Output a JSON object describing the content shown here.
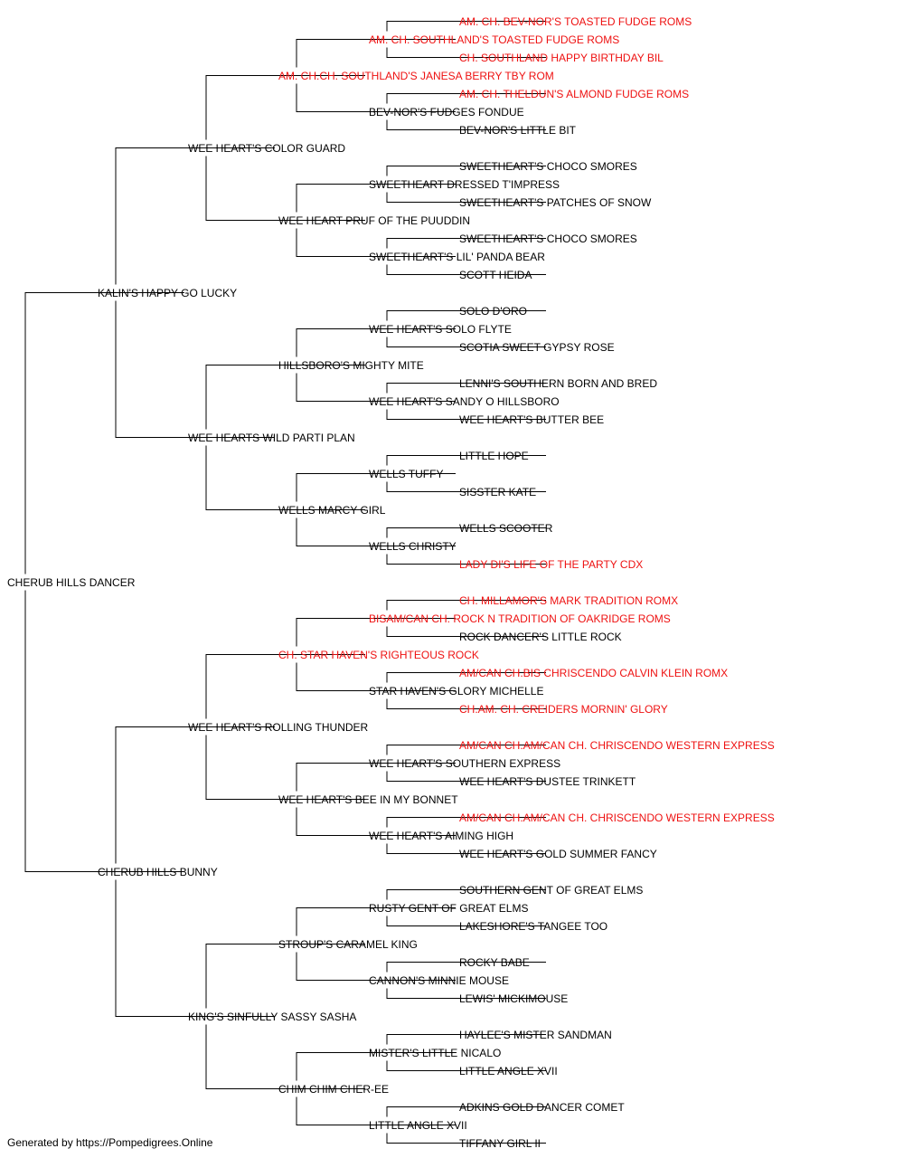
{
  "colors": {
    "champion": "#ee1111",
    "normal": "#000000",
    "lines": "#000000"
  },
  "pedigree": {
    "name": "CHERUB HILLS DANCER",
    "champion": false,
    "sire": {
      "name": "KALIN'S HAPPY GO LUCKY",
      "champion": false,
      "sire": {
        "name": "WEE HEART'S COLOR GUARD",
        "champion": false,
        "sire": {
          "name": "AM. CH.CH. SOUTHLAND'S JANESA BERRY TBY ROM",
          "champion": true,
          "sire": {
            "name": "AM. CH. SOUTHLAND'S TOASTED FUDGE ROMS",
            "champion": true,
            "sire": {
              "name": "AM. CH. BEV-NOR'S TOASTED FUDGE ROMS",
              "champion": true
            },
            "dam": {
              "name": "CH. SOUTHLAND HAPPY BIRTHDAY BIL",
              "champion": true
            }
          },
          "dam": {
            "name": "BEV-NOR'S FUDGES FONDUE",
            "champion": false,
            "sire": {
              "name": "AM. CH. THELDUN'S ALMOND FUDGE ROMS",
              "champion": true
            },
            "dam": {
              "name": "BEV-NOR'S LITTLE BIT",
              "champion": false
            }
          }
        },
        "dam": {
          "name": "WEE HEART PRUF OF THE PUUDDIN",
          "champion": false,
          "sire": {
            "name": "SWEETHEART DRESSED T'IMPRESS",
            "champion": false,
            "sire": {
              "name": "SWEETHEART'S CHOCO SMORES",
              "champion": false
            },
            "dam": {
              "name": "SWEETHEART'S PATCHES OF SNOW",
              "champion": false
            }
          },
          "dam": {
            "name": "SWEETHEART'S LIL' PANDA BEAR",
            "champion": false,
            "sire": {
              "name": "SWEETHEART'S CHOCO SMORES",
              "champion": false
            },
            "dam": {
              "name": "SCOTT HEIDA",
              "champion": false
            }
          }
        }
      },
      "dam": {
        "name": "WEE HEARTS WILD PARTI PLAN",
        "champion": false,
        "sire": {
          "name": "HILLSBORO'S MIGHTY MITE",
          "champion": false,
          "sire": {
            "name": "WEE HEART'S SOLO FLYTE",
            "champion": false,
            "sire": {
              "name": "SOLO D'ORO",
              "champion": false
            },
            "dam": {
              "name": "SCOTIA SWEET GYPSY ROSE",
              "champion": false
            }
          },
          "dam": {
            "name": "WEE HEART'S SANDY O HILLSBORO",
            "champion": false,
            "sire": {
              "name": "LENNI'S SOUTHERN BORN AND BRED",
              "champion": false
            },
            "dam": {
              "name": "WEE HEART'S BUTTER BEE",
              "champion": false
            }
          }
        },
        "dam": {
          "name": "WELLS MARCY GIRL",
          "champion": false,
          "sire": {
            "name": "WELLS TUFFY",
            "champion": false,
            "sire": {
              "name": "LITTLE HOPE",
              "champion": false
            },
            "dam": {
              "name": "SISSTER KATE",
              "champion": false
            }
          },
          "dam": {
            "name": "WELLS CHRISTY",
            "champion": false,
            "sire": {
              "name": "WELLS SCOOTER",
              "champion": false
            },
            "dam": {
              "name": "LADY DI'S LIFE OF THE PARTY CDX",
              "champion": true
            }
          }
        }
      }
    },
    "dam": {
      "name": "CHERUB HILLS BUNNY",
      "champion": false,
      "sire": {
        "name": "WEE HEART'S ROLLING THUNDER",
        "champion": false,
        "sire": {
          "name": "CH. STAR HAVEN'S RIGHTEOUS ROCK",
          "champion": true,
          "sire": {
            "name": "BISAM/CAN CH. ROCK N TRADITION OF OAKRIDGE ROMS",
            "champion": true,
            "sire": {
              "name": "CH. MILLAMOR'S MARK TRADITION ROMX",
              "champion": true
            },
            "dam": {
              "name": "ROCK DANCER'S LITTLE ROCK",
              "champion": false
            }
          },
          "dam": {
            "name": "STAR HAVEN'S GLORY MICHELLE",
            "champion": false,
            "sire": {
              "name": "AM/CAN CH.BIS CHRISCENDO CALVIN KLEIN ROMX",
              "champion": true
            },
            "dam": {
              "name": "CH.AM. CH. CREIDERS MORNIN' GLORY",
              "champion": true
            }
          }
        },
        "dam": {
          "name": "WEE HEART'S BEE IN MY BONNET",
          "champion": false,
          "sire": {
            "name": "WEE HEART'S SOUTHERN EXPRESS",
            "champion": false,
            "sire": {
              "name": "AM/CAN CH.AM/CAN CH. CHRISCENDO WESTERN EXPRESS",
              "champion": true
            },
            "dam": {
              "name": "WEE HEART'S DUSTEE TRINKETT",
              "champion": false
            }
          },
          "dam": {
            "name": "WEE HEART'S AIMING HIGH",
            "champion": false,
            "sire": {
              "name": "AM/CAN CH.AM/CAN CH. CHRISCENDO WESTERN EXPRESS",
              "champion": true
            },
            "dam": {
              "name": "WEE HEART'S GOLD SUMMER FANCY",
              "champion": false
            }
          }
        }
      },
      "dam": {
        "name": "KING'S SINFULLY SASSY SASHA",
        "champion": false,
        "sire": {
          "name": "STROUP'S CARAMEL KING",
          "champion": false,
          "sire": {
            "name": "RUSTY GENT OF GREAT ELMS",
            "champion": false,
            "sire": {
              "name": "SOUTHERN GENT OF GREAT ELMS",
              "champion": false
            },
            "dam": {
              "name": "LAKESHORE'S TANGEE TOO",
              "champion": false
            }
          },
          "dam": {
            "name": "CANNON'S MINNIE MOUSE",
            "champion": false,
            "sire": {
              "name": "ROCKY BABE",
              "champion": false
            },
            "dam": {
              "name": "LEWIS' MICKIMOUSE",
              "champion": false
            }
          }
        },
        "dam": {
          "name": "CHIM CHIM CHER-EE",
          "champion": false,
          "sire": {
            "name": "MISTER'S LITTLE NICALO",
            "champion": false,
            "sire": {
              "name": "HAYLEE'S MISTER SANDMAN",
              "champion": false
            },
            "dam": {
              "name": "LITTLE ANGLE XVII",
              "champion": false
            }
          },
          "dam": {
            "name": "LITTLE ANGLE XVII",
            "champion": false,
            "sire": {
              "name": "ADKINS GOLD DANCER COMET",
              "champion": false
            },
            "dam": {
              "name": "TIFFANY GIRL II",
              "champion": false
            }
          }
        }
      }
    }
  },
  "footer": {
    "text": "Generated by https://Pompedigrees.Online"
  }
}
